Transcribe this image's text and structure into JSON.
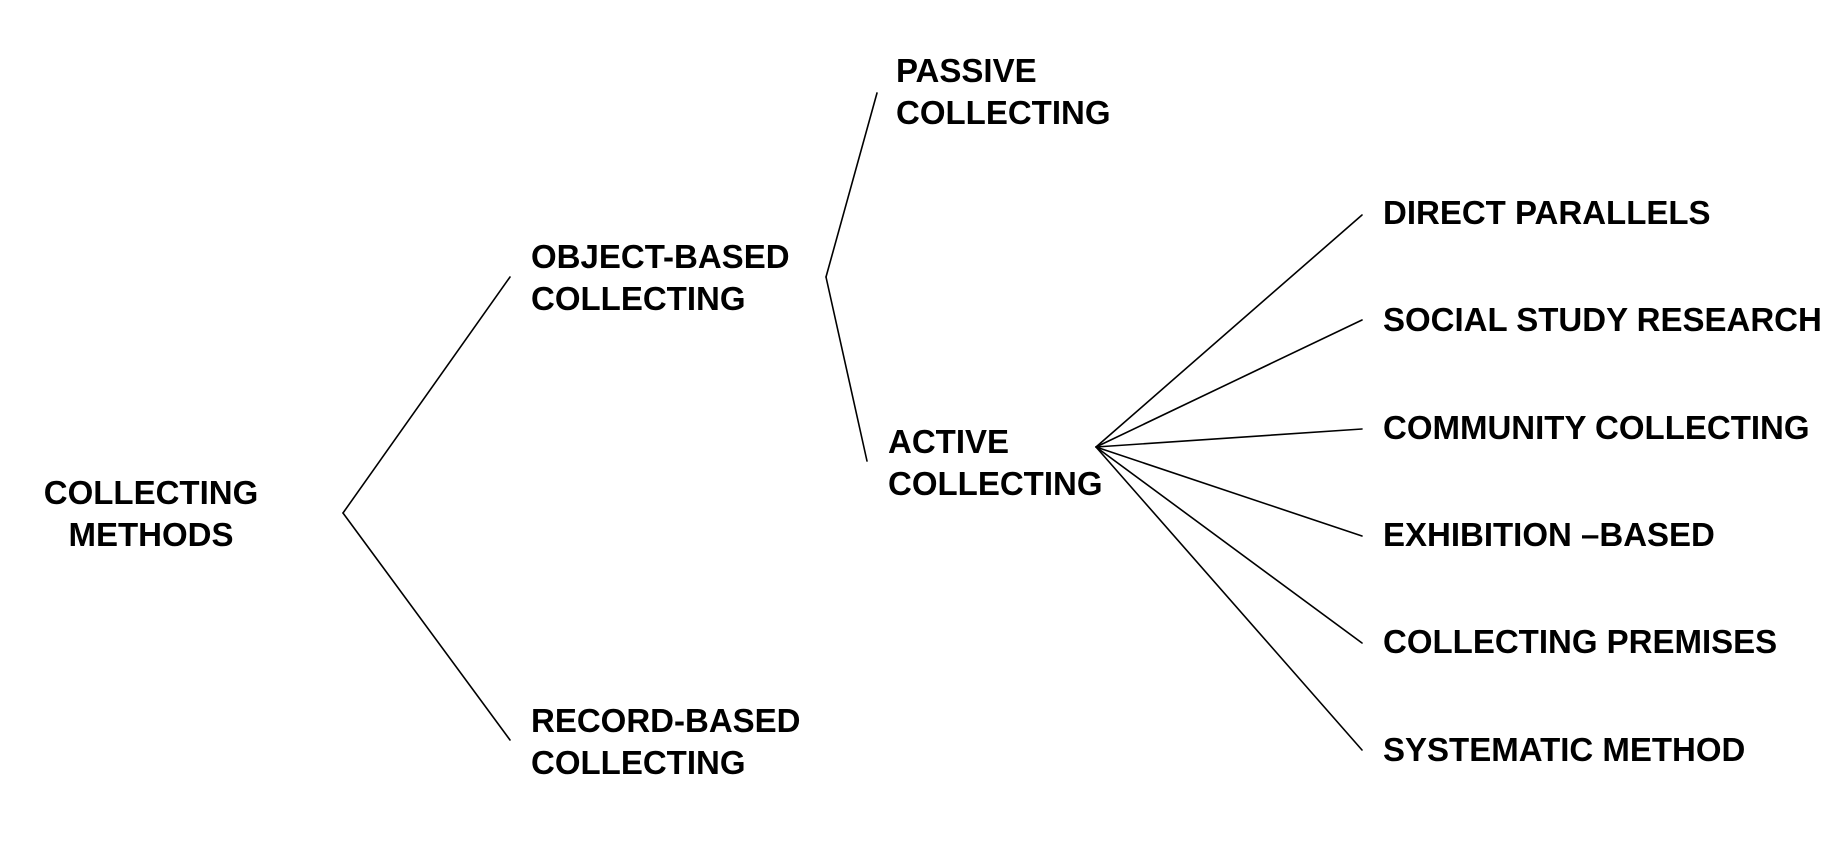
{
  "diagram": {
    "root": {
      "lines": [
        "COLLECTING",
        "METHODS"
      ]
    },
    "object_based": {
      "lines": [
        "OBJECT-BASED",
        "COLLECTING"
      ]
    },
    "record_based": {
      "lines": [
        "RECORD-BASED",
        "COLLECTING"
      ]
    },
    "passive": {
      "lines": [
        "PASSIVE",
        "COLLECTING"
      ]
    },
    "active": {
      "lines": [
        "ACTIVE",
        "COLLECTING"
      ]
    },
    "active_children": [
      "DIRECT PARALLELS",
      "SOCIAL STUDY RESEARCH",
      "COMMUNITY COLLECTING",
      "EXHIBITION –BASED",
      "COLLECTING PREMISES",
      "SYSTEMATIC METHOD"
    ]
  }
}
